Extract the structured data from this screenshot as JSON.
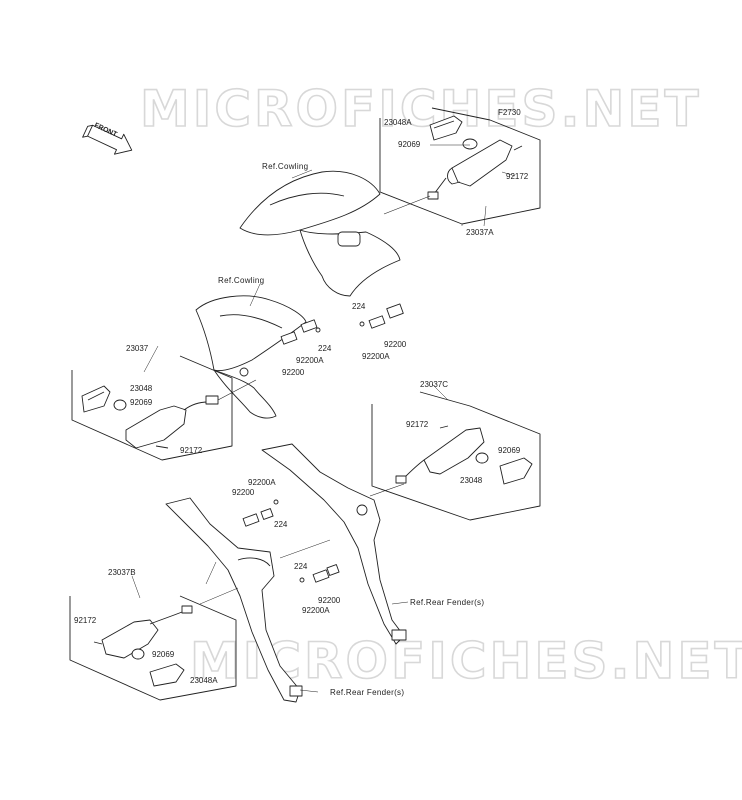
{
  "watermark": "MICROFICHES.NET",
  "front_label": "FRONT",
  "assembly": {
    "figure_code": "F2730",
    "upper_right": {
      "part": "23037A",
      "lens": "23048A",
      "bulb": "92069",
      "screw": "92172"
    },
    "left": {
      "part": "23037",
      "lens": "23048",
      "bulb": "92069",
      "screw": "92172"
    },
    "right": {
      "part": "23037C",
      "screw": "92172",
      "bulb": "92069",
      "lens": "23048"
    },
    "lower_left": {
      "part": "23037B",
      "screw": "92172",
      "bulb": "92069",
      "lens": "23048A"
    },
    "clip_sets": {
      "upper": {
        "washer": "224",
        "nut": "92200",
        "clip": "92200A"
      },
      "left": {
        "washer": "224",
        "clip": "92200A",
        "nut": "92200"
      },
      "middle": {
        "clip": "92200A",
        "nut": "92200",
        "washer": "224"
      },
      "lower": {
        "washer": "224",
        "nut": "92200",
        "clip": "92200A"
      }
    },
    "refs": {
      "cowling_upper": "Ref.Cowling",
      "cowling_left": "Ref.Cowling",
      "rear_fender_right": "Ref.Rear Fender(s)",
      "rear_fender_bottom": "Ref.Rear Fender(s)"
    }
  }
}
